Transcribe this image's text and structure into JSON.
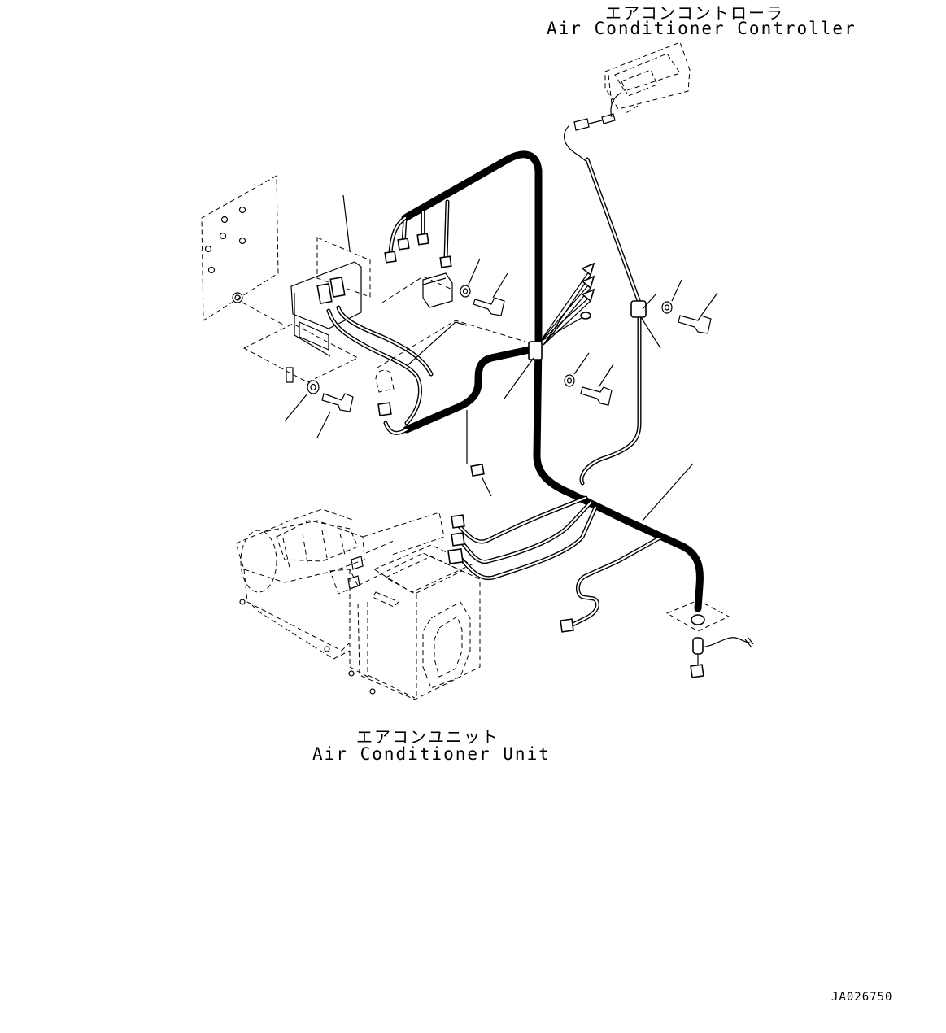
{
  "labels": {
    "controller_jp": "エアコンコントローラ",
    "controller_en": "Air Conditioner Controller",
    "unit_jp": "エアコンユニット",
    "unit_en": "Air Conditioner Unit",
    "drawing_code": "JA026750"
  },
  "icons": {
    "controller": "air-conditioner-controller-drawing",
    "unit": "air-conditioner-unit-drawing",
    "harness": "wiring-harness-drawing",
    "bolt": "bolt-icon",
    "washer": "washer-icon",
    "connector": "connector-icon",
    "clamp": "clamp-icon",
    "bracket": "bracket-icon"
  }
}
